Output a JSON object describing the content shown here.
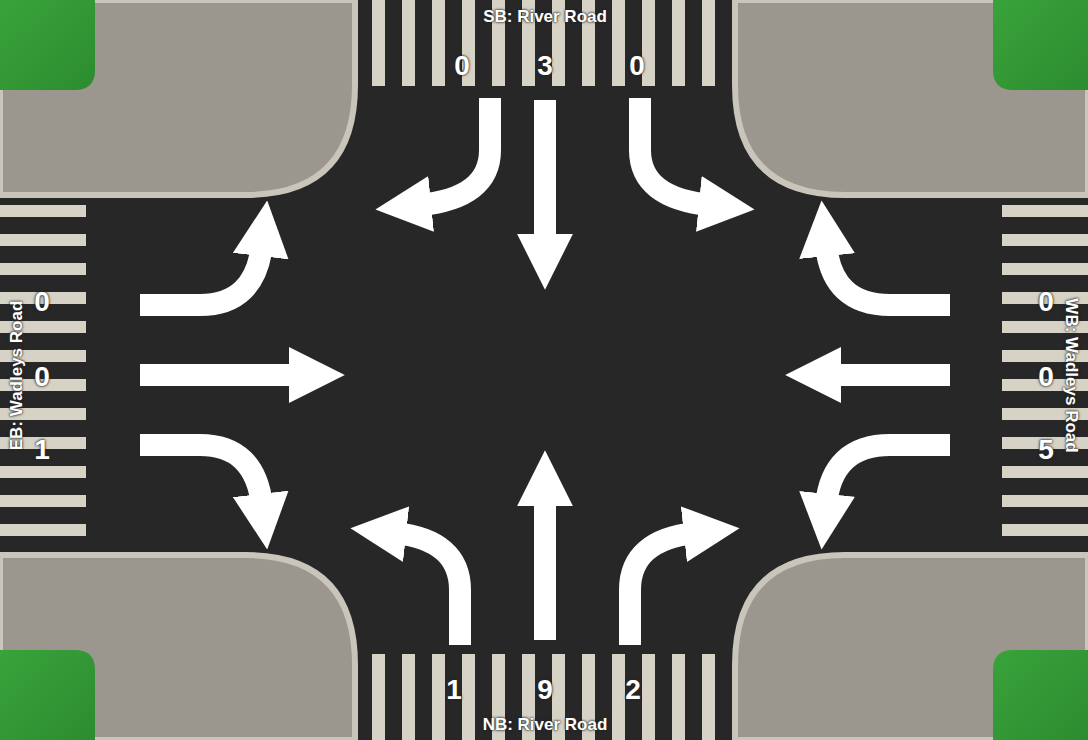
{
  "diagram": {
    "labels": [
      "SB: River Road",
      "0",
      "3",
      "0",
      "EB: Wadleys Road",
      "0",
      "0",
      "1",
      "0",
      "0",
      "5",
      "WB: Wadleys Road",
      "1",
      "9",
      "2",
      "NB: River Road"
    ]
  }
}
